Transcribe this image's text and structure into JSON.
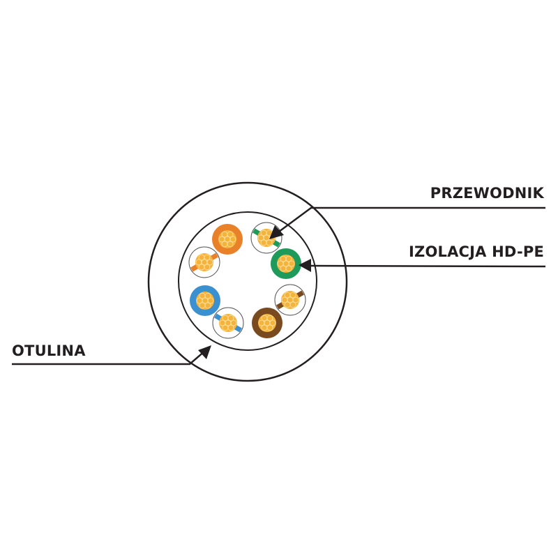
{
  "labels": {
    "conductor": "PRZEWODNIK",
    "insulation": "IZOLACJA HD-PE",
    "jacket": "OTULINA"
  },
  "colors": {
    "line": "#231f20",
    "conductor": "#f4b43c",
    "pairs": {
      "orange": "#e9812b",
      "green": "#1e9a5b",
      "blue": "#3b90d0",
      "brown": "#7a4a1f"
    }
  },
  "wires": [
    {
      "color": "orange",
      "type": "solid"
    },
    {
      "color": "green",
      "type": "striped"
    },
    {
      "color": "green",
      "type": "solid"
    },
    {
      "color": "brown",
      "type": "striped"
    },
    {
      "color": "brown",
      "type": "solid"
    },
    {
      "color": "blue",
      "type": "striped"
    },
    {
      "color": "blue",
      "type": "solid"
    },
    {
      "color": "orange",
      "type": "striped"
    }
  ]
}
